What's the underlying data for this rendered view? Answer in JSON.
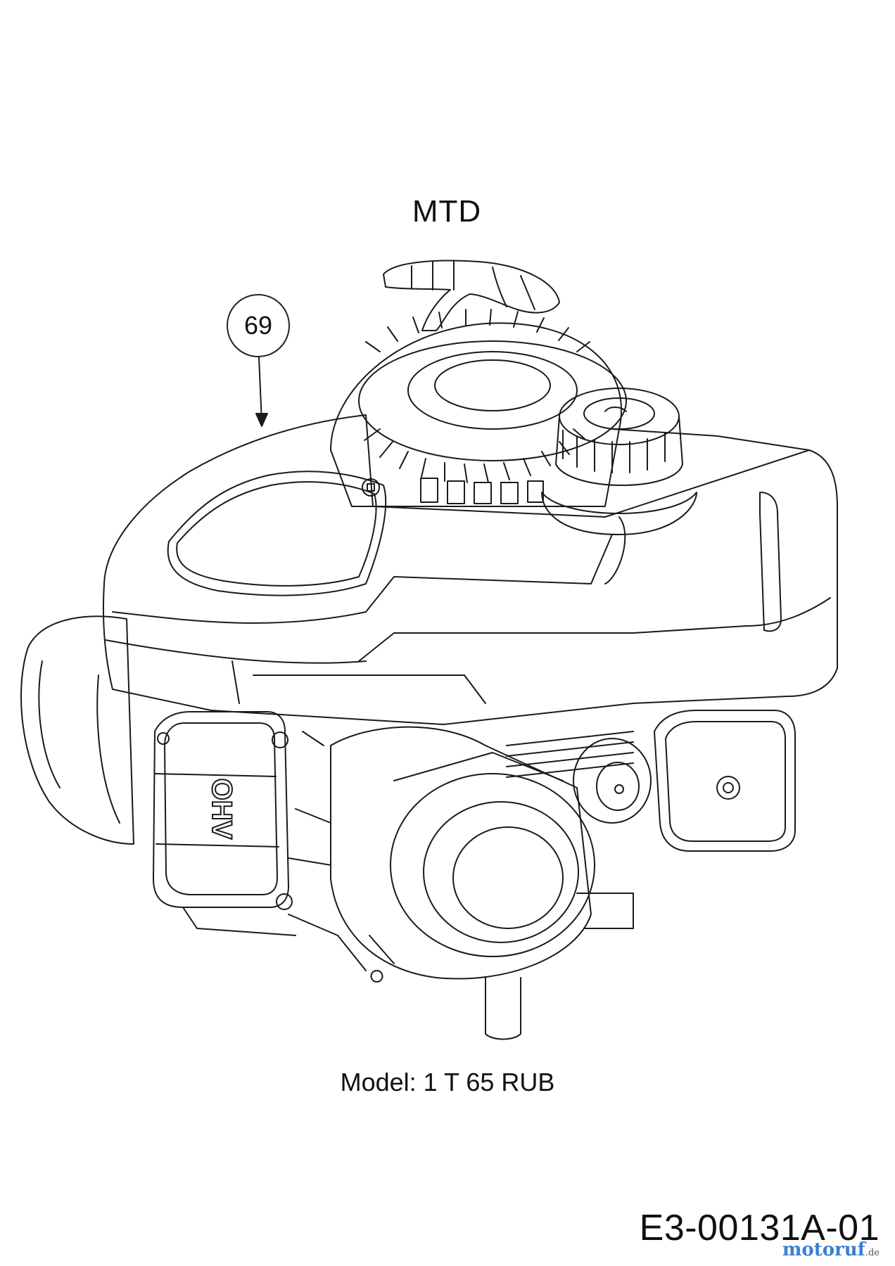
{
  "diagram": {
    "brand_label": "MTD",
    "callouts": [
      {
        "number": "69",
        "part": ""
      }
    ],
    "valve_cover_text": "OHV",
    "model_label": "Model: 1 T 65 RUB",
    "drawing_number": "E3-00131A-01",
    "watermark": {
      "text": "motoruf",
      "suffix": ".de"
    }
  }
}
